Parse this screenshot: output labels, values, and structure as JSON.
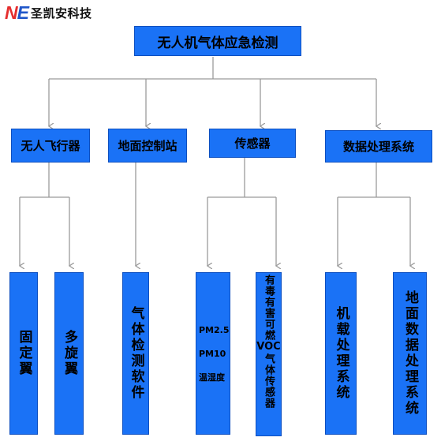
{
  "logo": {
    "mark_a": "N",
    "mark_b": "E",
    "text": "圣凯安科技",
    "mark_color_a": "#e52e2e",
    "mark_color_b": "#1f56c9"
  },
  "root": {
    "label": "无人机气体应急检测"
  },
  "categories": [
    {
      "label": "无人飞行器"
    },
    {
      "label": "地面控制站"
    },
    {
      "label": "传感器"
    },
    {
      "label": "数据处理系统"
    }
  ],
  "leaves": {
    "fixed_wing": "固定翼",
    "multi_rotor": "多旋翼",
    "gas_software": "气体检测软件",
    "sensor_items": [
      "PM2.5",
      "PM10",
      "温湿度"
    ],
    "toxic_gas": {
      "top": "有毒有害可燃",
      "middle": "VOC",
      "bottom": "气体传感器"
    },
    "onboard": "机载处理系统",
    "ground": "地面数据处理系统"
  },
  "colors": {
    "box_fill": "#1a72f6",
    "connector": "#9a9a9a"
  }
}
